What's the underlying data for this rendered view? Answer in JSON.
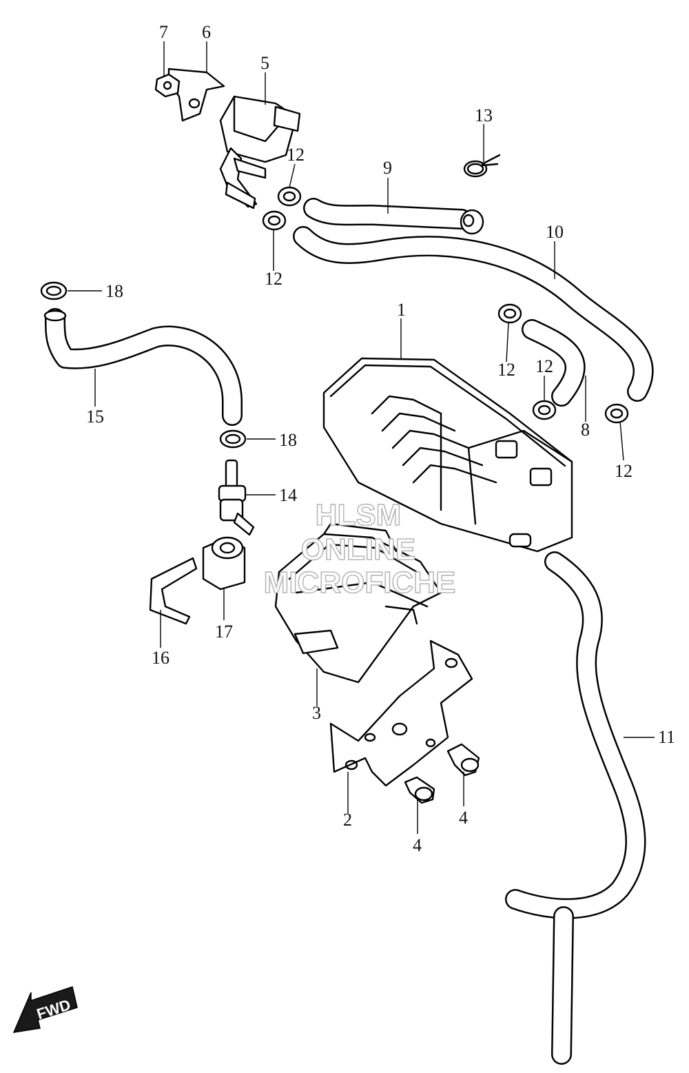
{
  "diagram": {
    "callouts": {
      "c1": "1",
      "c2": "2",
      "c3": "3",
      "c4a": "4",
      "c4b": "4",
      "c5": "5",
      "c6": "6",
      "c7": "7",
      "c8": "8",
      "c9": "9",
      "c10": "10",
      "c11": "11",
      "c12a": "12",
      "c12b": "12",
      "c12c": "12",
      "c12d": "12",
      "c12e": "12",
      "c13": "13",
      "c14": "14",
      "c15": "15",
      "c16": "16",
      "c17": "17",
      "c18a": "18",
      "c18b": "18"
    },
    "watermark": {
      "line1": "HLSM",
      "line2": "ONLINE",
      "line3": "MICROFICHE"
    },
    "fwd_label": "FWD"
  }
}
